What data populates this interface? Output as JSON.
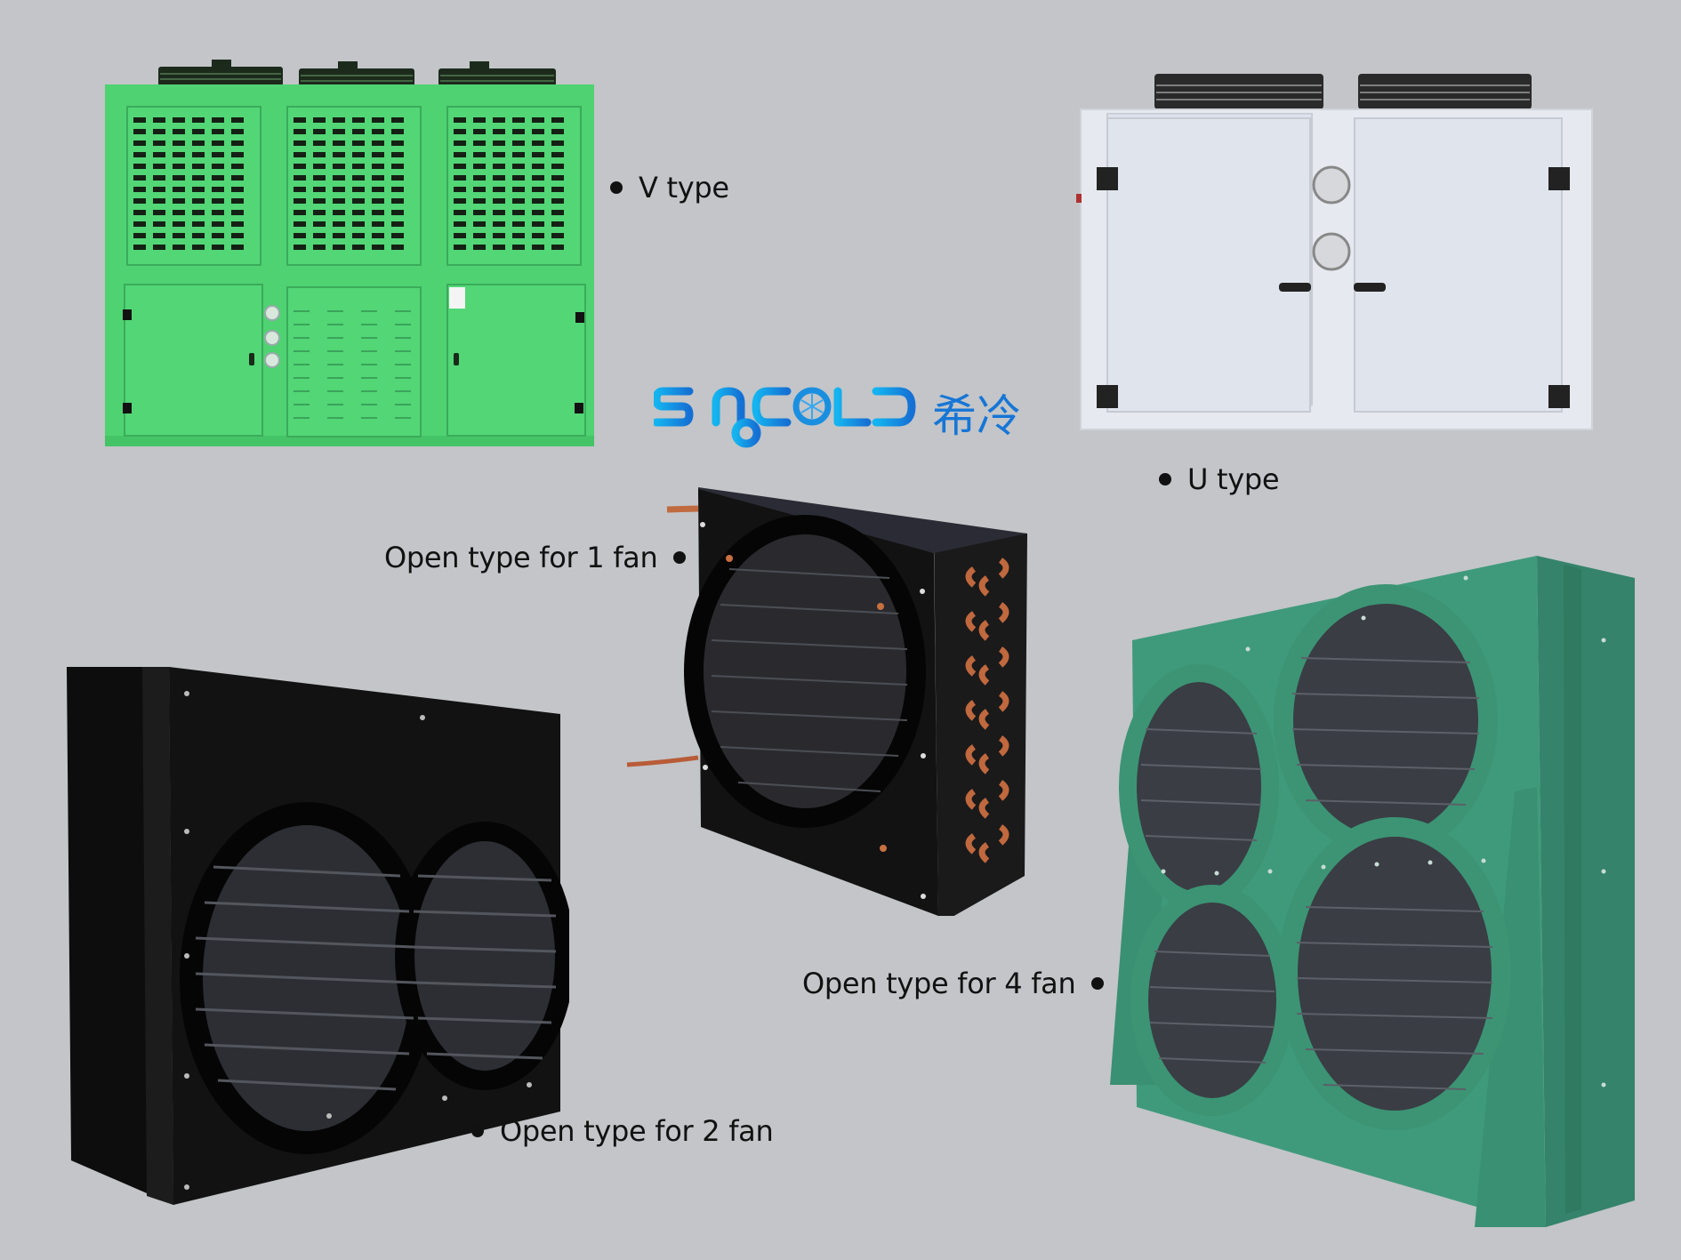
{
  "brand": {
    "logo_text": "SINOCOLD",
    "logo_chinese": "希冷",
    "colors": {
      "logo_light": "#14b4f0",
      "logo_dark": "#1570d4"
    }
  },
  "background_color": "#c3c5c8",
  "products": [
    {
      "id": "v-type",
      "label": "V type",
      "body_color": "#4cd06e",
      "fans": 3
    },
    {
      "id": "u-type",
      "label": "U type",
      "body_color": "#e4e8f0",
      "fans": 2
    },
    {
      "id": "open-1-fan",
      "label": "Open type for 1 fan",
      "body_color": "#141414",
      "fans": 1
    },
    {
      "id": "open-2-fan",
      "label": "Open type for 2 fan",
      "body_color": "#111111",
      "fans": 2
    },
    {
      "id": "open-4-fan",
      "label": "Open type for 4 fan",
      "body_color": "#3c9474",
      "fans": 4
    }
  ],
  "icons": {
    "bullet": "bullet-dot-icon",
    "snowflake": "snowflake-icon"
  }
}
